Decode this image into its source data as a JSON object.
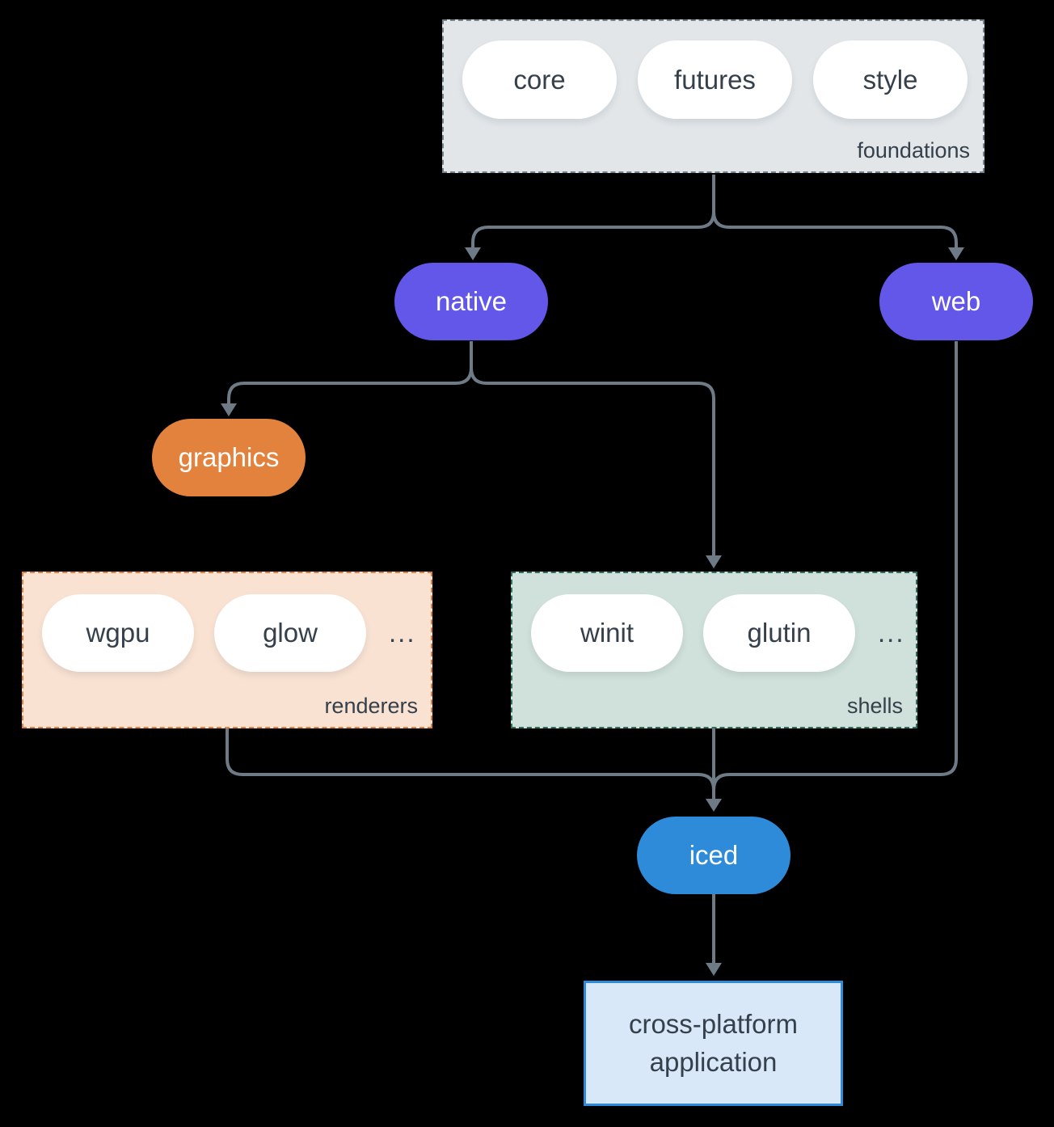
{
  "diagram": {
    "foundations": {
      "label": "foundations",
      "pills": [
        "core",
        "futures",
        "style"
      ]
    },
    "native": {
      "label": "native"
    },
    "web": {
      "label": "web"
    },
    "graphics": {
      "label": "graphics"
    },
    "renderers": {
      "label": "renderers",
      "pills": [
        "wgpu",
        "glow"
      ],
      "ellipsis": "..."
    },
    "shells": {
      "label": "shells",
      "pills": [
        "winit",
        "glutin"
      ],
      "ellipsis": "..."
    },
    "iced": {
      "label": "iced"
    },
    "application": {
      "line1": "cross-platform",
      "line2": "application"
    }
  },
  "colors": {
    "bg": "#000000",
    "ink": "#35404B",
    "pill-text": "#FFFFFF",
    "purple": "#6257E8",
    "orange": "#E2823C",
    "blue": "#2D8BD9",
    "connector": "#6E7B87",
    "foundations-bg": "#E2E6E9",
    "foundations-border": "#73828F",
    "renderers-bg": "#F9E2D2",
    "renderers-border": "#E2823C",
    "shells-bg": "#D0E0DA",
    "shells-border": "#2E6F60",
    "app-bg": "#D8E8F9",
    "white": "#FFFFFF"
  }
}
